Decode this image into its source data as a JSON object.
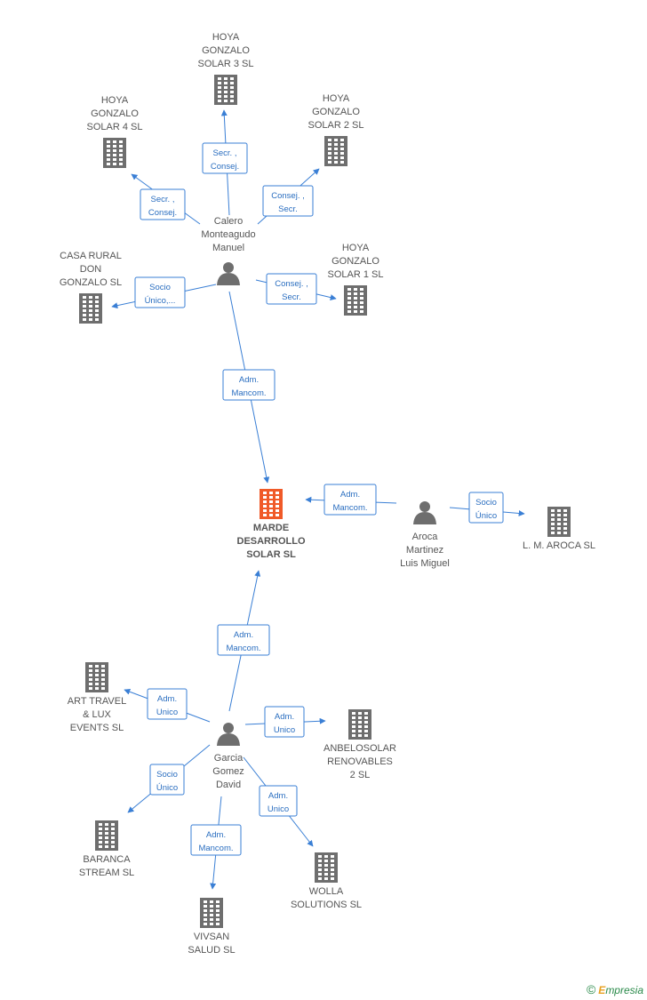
{
  "nodes": [
    {
      "id": "marde",
      "type": "company",
      "main": true,
      "lines": [
        "MARDE",
        "DESARROLLO",
        "SOLAR SL"
      ]
    },
    {
      "id": "hoya3",
      "type": "company",
      "lines": [
        "HOYA",
        "GONZALO",
        "SOLAR 3 SL"
      ]
    },
    {
      "id": "hoya4",
      "type": "company",
      "lines": [
        "HOYA",
        "GONZALO",
        "SOLAR 4 SL"
      ]
    },
    {
      "id": "hoya2",
      "type": "company",
      "lines": [
        "HOYA",
        "GONZALO",
        "SOLAR 2 SL"
      ]
    },
    {
      "id": "hoya1",
      "type": "company",
      "lines": [
        "HOYA",
        "GONZALO",
        "SOLAR 1 SL"
      ]
    },
    {
      "id": "casa",
      "type": "company",
      "lines": [
        "CASA RURAL",
        "DON",
        "GONZALO  SL"
      ]
    },
    {
      "id": "calero",
      "type": "person",
      "lines": [
        "Calero",
        "Monteagudo",
        "Manuel"
      ]
    },
    {
      "id": "aroca",
      "type": "person",
      "lines": [
        "Aroca",
        "Martinez",
        "Luis Miguel"
      ]
    },
    {
      "id": "lmaroca",
      "type": "company",
      "lines": [
        "L. M. AROCA SL"
      ]
    },
    {
      "id": "garcia",
      "type": "person",
      "lines": [
        "Garcia",
        "Gomez",
        "David"
      ]
    },
    {
      "id": "art",
      "type": "company",
      "lines": [
        "ART TRAVEL",
        "& LUX",
        "EVENTS SL"
      ]
    },
    {
      "id": "anbelo",
      "type": "company",
      "lines": [
        "ANBELOSOLAR",
        "RENOVABLES",
        "2 SL"
      ]
    },
    {
      "id": "baranca",
      "type": "company",
      "lines": [
        "BARANCA",
        "STREAM  SL"
      ]
    },
    {
      "id": "vivsan",
      "type": "company",
      "lines": [
        "VIVSAN",
        "SALUD SL"
      ]
    },
    {
      "id": "wolla",
      "type": "company",
      "lines": [
        "WOLLA",
        "SOLUTIONS  SL"
      ]
    }
  ],
  "edges": [
    {
      "from": "calero",
      "to": "hoya3",
      "label": [
        "Secr. ,",
        "Consej."
      ]
    },
    {
      "from": "calero",
      "to": "hoya4",
      "label": [
        "Secr. ,",
        "Consej."
      ]
    },
    {
      "from": "calero",
      "to": "hoya2",
      "label": [
        "Consej. ,",
        "Secr."
      ]
    },
    {
      "from": "calero",
      "to": "casa",
      "label": [
        "Socio",
        "Único,..."
      ]
    },
    {
      "from": "calero",
      "to": "hoya1",
      "label": [
        "Consej. ,",
        "Secr."
      ]
    },
    {
      "from": "calero",
      "to": "marde",
      "label": [
        "Adm.",
        "Mancom."
      ]
    },
    {
      "from": "aroca",
      "to": "marde",
      "label": [
        "Adm.",
        "Mancom."
      ]
    },
    {
      "from": "aroca",
      "to": "lmaroca",
      "label": [
        "Socio",
        "Único"
      ]
    },
    {
      "from": "garcia",
      "to": "marde",
      "label": [
        "Adm.",
        "Mancom."
      ]
    },
    {
      "from": "garcia",
      "to": "art",
      "label": [
        "Adm.",
        "Unico"
      ]
    },
    {
      "from": "garcia",
      "to": "anbelo",
      "label": [
        "Adm.",
        "Unico"
      ]
    },
    {
      "from": "garcia",
      "to": "baranca",
      "label": [
        "Socio",
        "Único"
      ]
    },
    {
      "from": "garcia",
      "to": "vivsan",
      "label": [
        "Adm.",
        "Mancom."
      ]
    },
    {
      "from": "garcia",
      "to": "wolla",
      "label": [
        "Adm.",
        "Unico"
      ]
    }
  ],
  "colors": {
    "edge": "#3a7fd5",
    "company": "#6e6e6e",
    "main_company": "#f05a28",
    "person": "#6e6e6e"
  },
  "footer": {
    "copyright": "©",
    "brand_first": "E",
    "brand_rest": "mpresia"
  }
}
